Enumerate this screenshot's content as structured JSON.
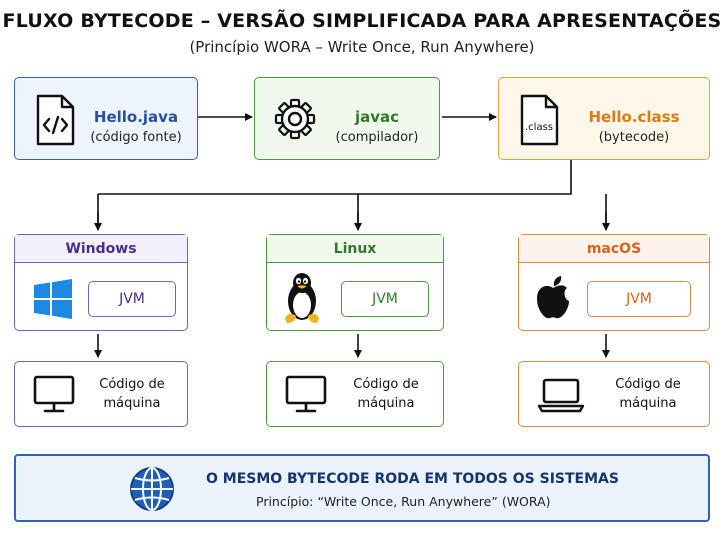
{
  "header": {
    "title": "FLUXO BYTECODE – VERSÃO SIMPLIFICADA PARA APRESENTAÇÕES",
    "subtitle": "(Princípio WORA – Write Once, Run Anywhere)"
  },
  "flow": [
    {
      "name": "Hello.java",
      "desc": "(código fonte)",
      "icon": "java-file-icon",
      "color": "#2a4f9e",
      "bg": "#eef4fb",
      "border": "#3b5fb0"
    },
    {
      "name": "javac",
      "desc": "(compilador)",
      "icon": "gear-icon",
      "color": "#2f7a2c",
      "bg": "#f1f8ee",
      "border": "#4d9a43"
    },
    {
      "name": "Hello.class",
      "desc": "(bytecode)",
      "icon": "class-file-icon",
      "icon_text": ".class",
      "color": "#e07b12",
      "bg": "#fef7ea",
      "border": "#e7a23a"
    }
  ],
  "platforms": [
    {
      "name": "Windows",
      "icon": "windows-logo-icon",
      "jvm": "JVM",
      "color": "#4b2e8a",
      "border": "#7c5cc0",
      "hdr_bg": "#f4f0fb",
      "machine": {
        "line1": "Código de",
        "line2": "máquina",
        "icon": "monitor-icon"
      }
    },
    {
      "name": "Linux",
      "icon": "tux-penguin-icon",
      "jvm": "JVM",
      "color": "#2f7a2c",
      "border": "#4d9a43",
      "hdr_bg": "#f1f8ee",
      "machine": {
        "line1": "Código de",
        "line2": "máquina",
        "icon": "monitor-icon"
      }
    },
    {
      "name": "macOS",
      "icon": "apple-logo-icon",
      "jvm": "JVM",
      "color": "#d9621a",
      "border": "#e9863e",
      "hdr_bg": "#fef3ea",
      "machine": {
        "line1": "Código de",
        "line2": "máquina",
        "icon": "laptop-icon"
      }
    }
  ],
  "banner": {
    "title": "O MESMO  BYTECODE RODA EM TODOS OS SISTEMAS",
    "subtitle": "Princípio: “Write Once, Run Anywhere” (WORA)",
    "icon": "globe-icon"
  }
}
